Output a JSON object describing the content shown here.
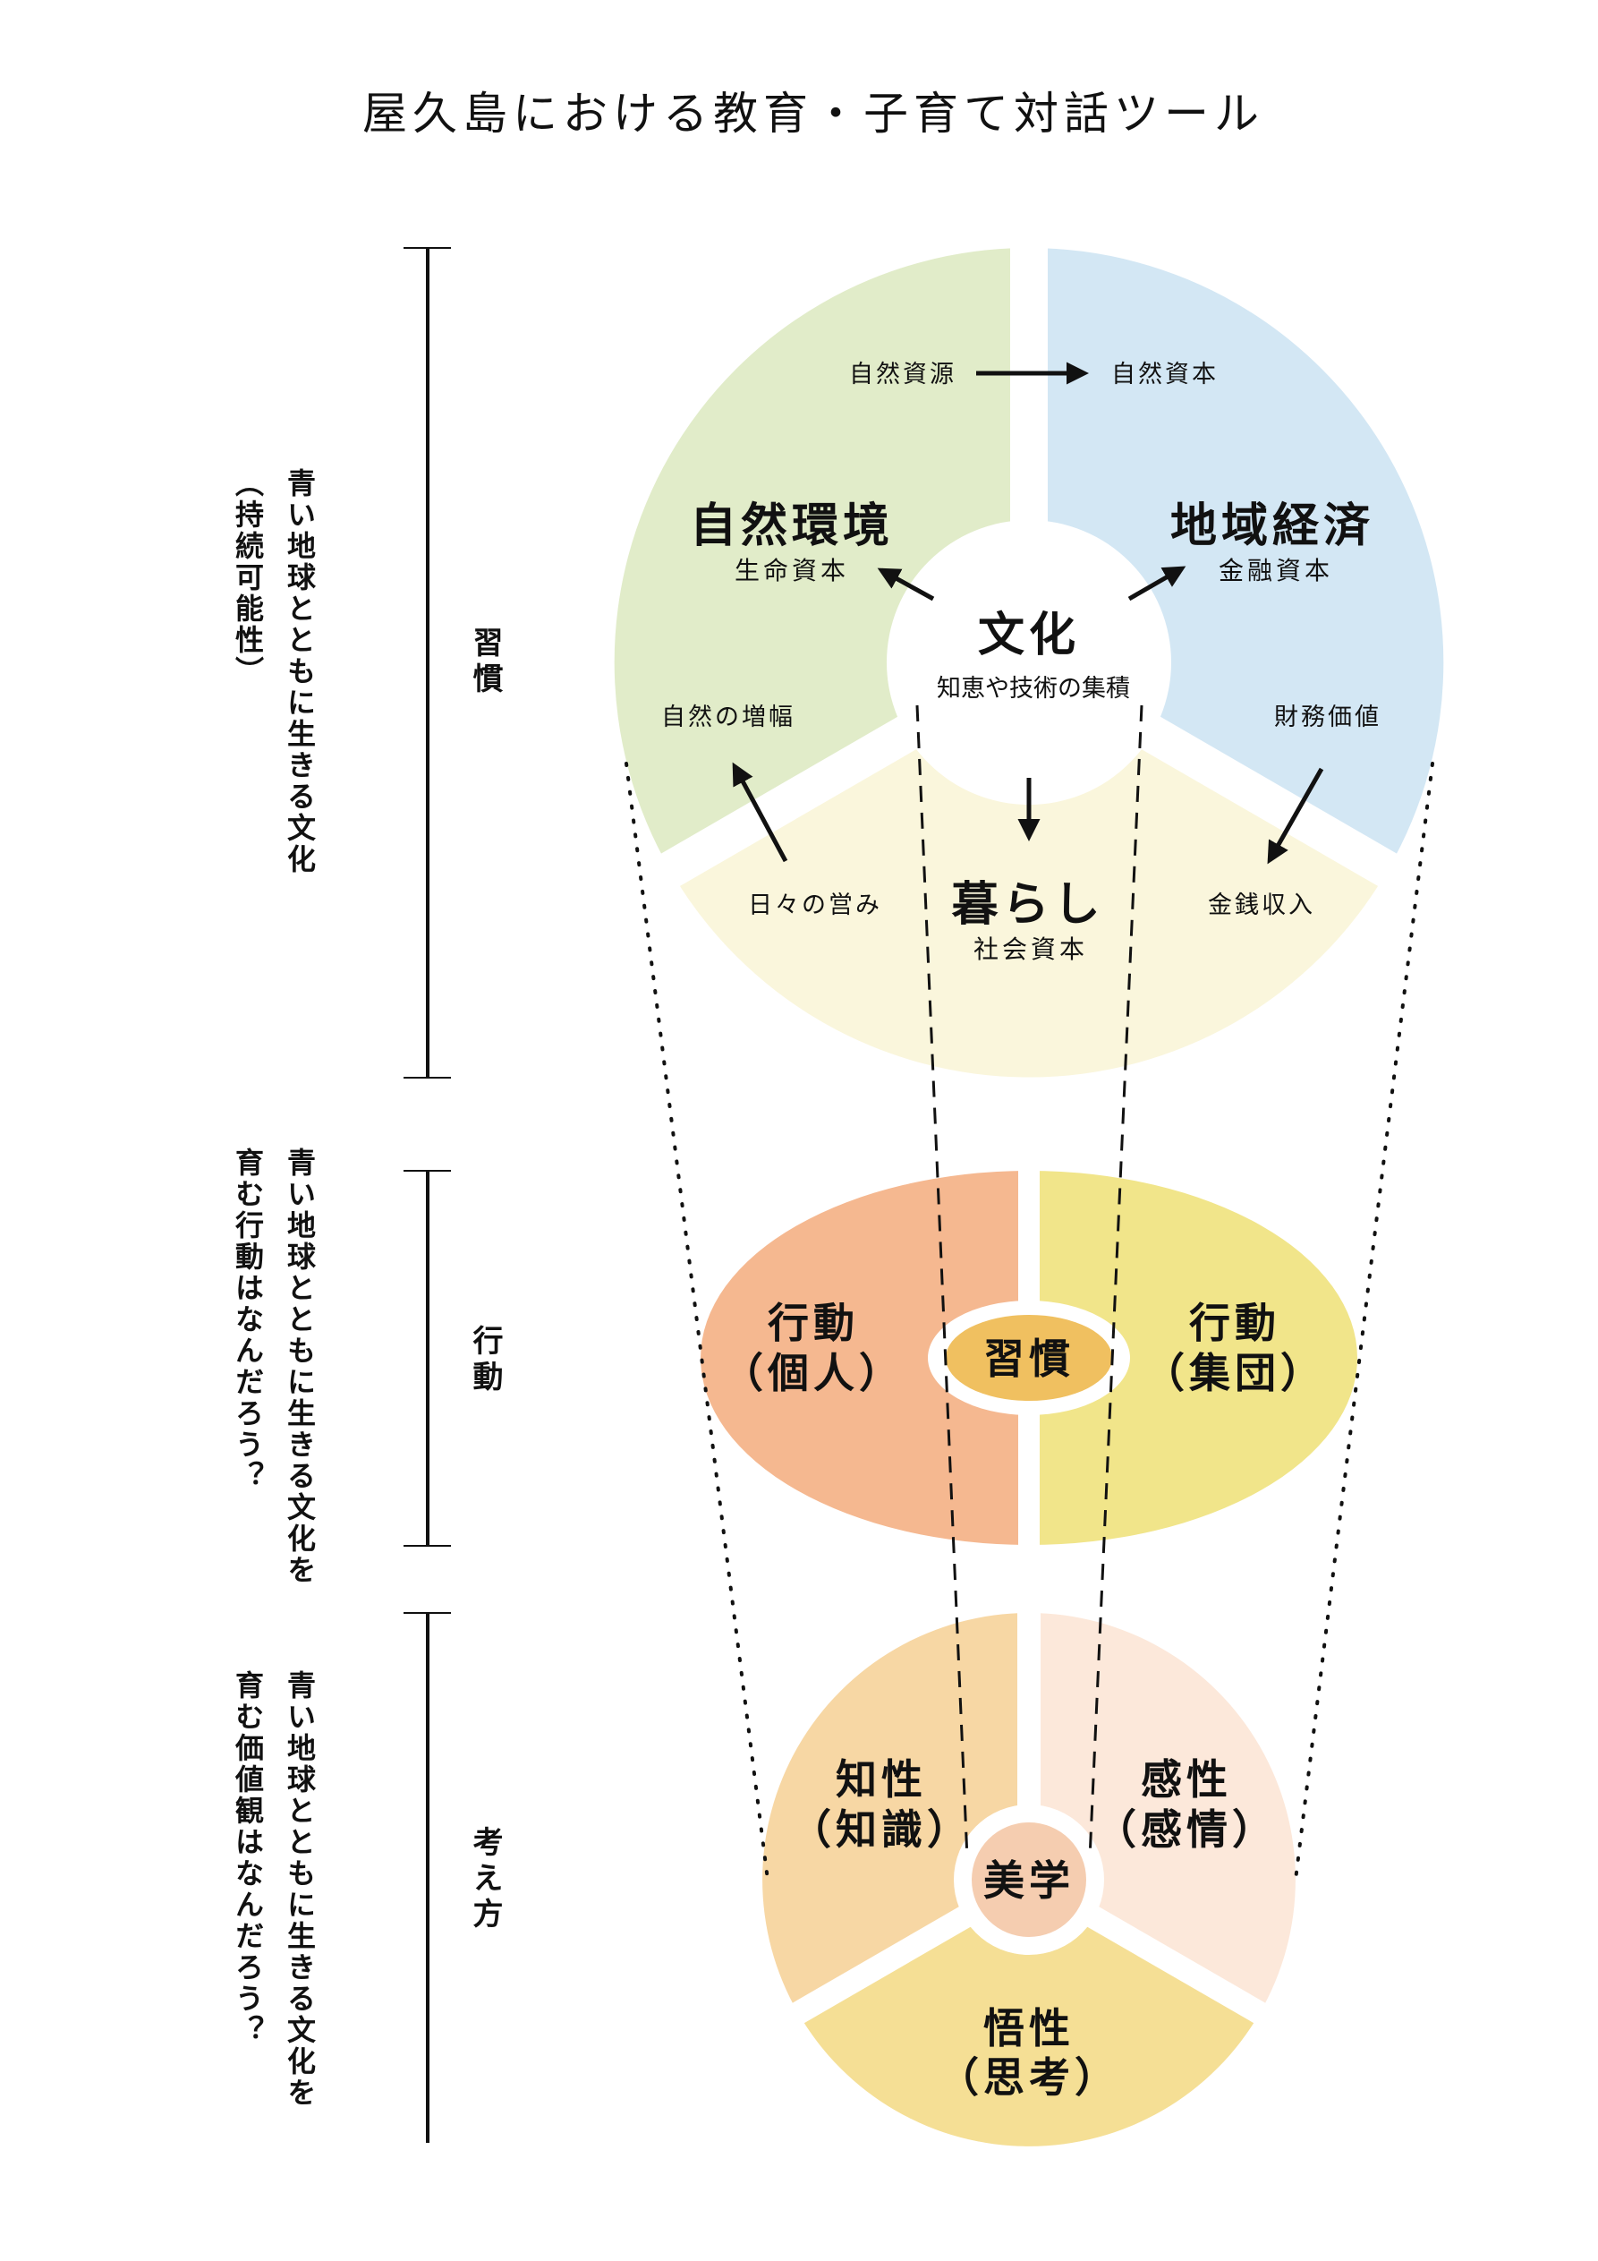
{
  "title": "屋久島における教育・子育て対話ツール",
  "colors": {
    "green": "#e1ecc9",
    "blue": "#d3e7f4",
    "cream": "#faf6dc",
    "individual": "#f5b890",
    "group": "#f1e58a",
    "habit_core": "#f0c060",
    "intellect": "#f7d7a4",
    "sensibility": "#fce8da",
    "insight": "#f5df95",
    "aesthetics": "#f5cdb0"
  },
  "left_axis": [
    {
      "label": "習慣",
      "line1": "青い地球とともに生きる文化",
      "line2": "（持続可能性）"
    },
    {
      "label": "行動",
      "line1": "青い地球とともに生きる文化を",
      "line2": "育む行動はなんだろう？"
    },
    {
      "label": "考え方",
      "line1": "青い地球とともに生きる文化を",
      "line2": "育む価値観はなんだろう？"
    }
  ],
  "habit_circle": {
    "natural_env": {
      "title": "自然環境",
      "sub": "生命資本"
    },
    "regional_econ": {
      "title": "地域経済",
      "sub": "金融資本"
    },
    "living": {
      "title": "暮らし",
      "sub": "社会資本"
    },
    "culture": {
      "title": "文化",
      "sub": "知恵や技術の集積"
    },
    "flows": {
      "natural_resources": "自然資源",
      "natural_capital": "自然資本",
      "nature_amplification": "自然の増幅",
      "financial_value": "財務価値",
      "daily_life": "日々の営み",
      "money_income": "金銭収入"
    }
  },
  "action_ellipse": {
    "individual": {
      "title": "行動",
      "sub": "（個人）"
    },
    "group": {
      "title": "行動",
      "sub": "（集団）"
    },
    "center": "習慣"
  },
  "thinking_circle": {
    "intellect": {
      "title": "知性",
      "sub": "（知識）"
    },
    "sensibility": {
      "title": "感性",
      "sub": "（感情）"
    },
    "insight": {
      "title": "悟性",
      "sub": "（思考）"
    },
    "center": "美学"
  }
}
